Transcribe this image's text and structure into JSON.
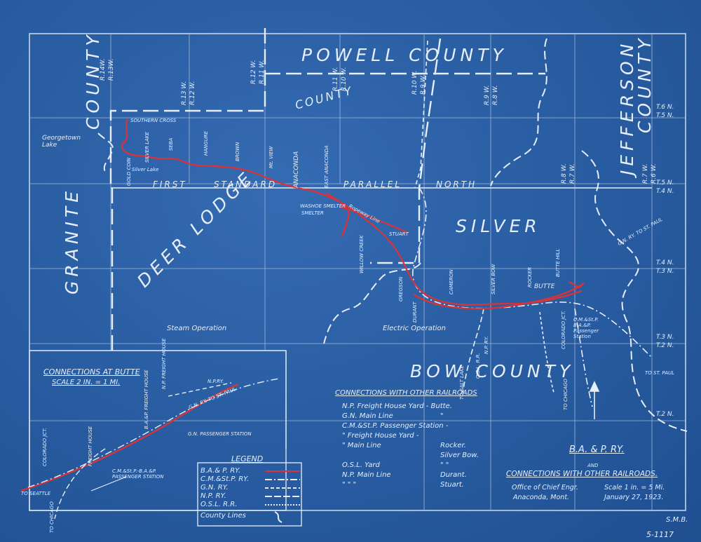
{
  "counties": {
    "powell": "POWELL COUNTY",
    "powell2": "COUNTY",
    "jefferson": "JEFFERSON",
    "jefferson2": "COUNTY",
    "granite": "GRANITE",
    "granite2": "COUNTY",
    "deerlodge": "DEER LODGE",
    "silver": "SILVER",
    "bow": "BOW COUNTY"
  },
  "parallel": [
    "FIRST",
    "STANDARD",
    "PARALLEL",
    "NORTH"
  ],
  "ranges": [
    "R.14W.",
    "R.13W.",
    "R.13 W.",
    "R.12 W.",
    "R.12 W.",
    "R.11 W.",
    "R.11 W.",
    "R.10 W.",
    "R.10 W.",
    "R.9 W.",
    "R.9 W.",
    "R.8 W.",
    "R.8 W.",
    "R.7 W.",
    "R.7 W.",
    "R.6 W."
  ],
  "townships": [
    "T.6 N.",
    "T.5 N.",
    "T.5 N.",
    "T.4 N.",
    "T.4 N.",
    "T.3 N.",
    "T.3 N.",
    "T.2 N.",
    "T.2 N."
  ],
  "places": [
    "Georgetown Lake",
    "SOUTHERN CROSS",
    "SILVER LAKE",
    "Silver Lake",
    "GOLD COIN",
    "SEBA",
    "HANGURE",
    "BROWN",
    "Mt. VIEW",
    "ANACONDA",
    "EAST ANACONDA",
    "WASHOE SMELTER",
    "SMELTER",
    "Ropeway Line",
    "STUART",
    "WILLOW CREEK",
    "GREGSON",
    "DURANT",
    "CAMERON",
    "ROCKER",
    "BUTTE HILL",
    "BUTTE",
    "SILVER BOW",
    "COLORADO JCT.",
    "C.M.&St.P. B.A.&P. Passenger Station"
  ],
  "operations": {
    "steam": "Steam Operation",
    "electric": "Electric Operation"
  },
  "inset": {
    "title": "CONNECTIONS AT BUTTE",
    "scale": "SCALE 2 IN. = 1 MI.",
    "labels": [
      "N.P. FREIGHT HOUSE",
      "N.P.RY.",
      "B.A.&P. FREIGHT HOUSE",
      "G.N. RY. TO ST. PAUL",
      "G.N. PASSENGER STATION",
      "C.M.&St.P.-B.A.&P. PASSENGER STATION",
      "TO SEATTLE",
      "TO CHICAGO",
      "COLORADO JCT.",
      "FREIGHT HOUSE"
    ]
  },
  "legend": {
    "title": "LEGEND",
    "items": [
      "B.A.& P. RY.",
      "C.M.&St.P. RY.",
      "G.N. RY.",
      "N.P. RY.",
      "O.S.L. R.R.",
      "County Lines"
    ]
  },
  "connections": {
    "title": "CONNECTIONS WITH OTHER RAILROADS",
    "rows": [
      [
        "N.P. Freight House Yard - Butte.",
        ""
      ],
      [
        "G.N. Main Line",
        "\""
      ],
      [
        "C.M.&St.P. Passenger Station -",
        ""
      ],
      [
        "\"  Freight House Yard -",
        ""
      ],
      [
        "\"  Main Line",
        "Rocker."
      ],
      [
        "",
        "Silver Bow."
      ],
      [
        "O.S.L.  Yard",
        "\"  \""
      ],
      [
        "N.P.  Main Line",
        "Durant."
      ],
      [
        "\"  \"  \"",
        "Stuart."
      ]
    ]
  },
  "title_block": {
    "line1": "B.A. & P. RY.",
    "and": "AND",
    "line2": "CONNECTIONS WITH OTHER RAILROADS.",
    "office": "Office of Chief Engr.",
    "place": "Anaconda, Mont.",
    "scale": "Scale 1 in. = 5 Mi.",
    "date": "January 27, 1923."
  },
  "edge_labels": [
    "TO SALT LAKE",
    "TO CHICAGO",
    "TO ST. PAUL",
    "G.N. RY. TO ST. PAUL",
    "O.S.L. R.R.",
    "N.P. RY."
  ],
  "sheet_no": "5-1117",
  "initials": "S.M.B.",
  "colors": {
    "paper": "#2a5ea3",
    "line": "#e6eef9",
    "railway": "#d8333a"
  }
}
